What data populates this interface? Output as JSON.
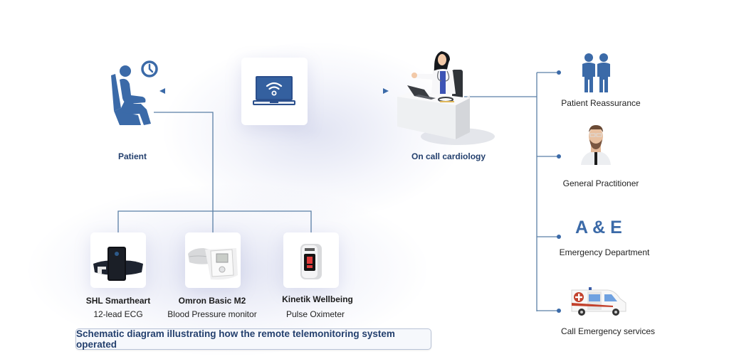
{
  "patient": {
    "label": "Patient"
  },
  "transmitter": {
    "icon": "laptop-wifi-icon"
  },
  "cardiology": {
    "label": "On call cardiology"
  },
  "devices": [
    {
      "name": "SHL Smartheart",
      "description": "12-lead ECG",
      "icon": "ecg-device-icon"
    },
    {
      "name": "Omron Basic M2",
      "description": "Blood Pressure monitor",
      "icon": "blood-pressure-monitor-icon"
    },
    {
      "name": "Kinetik Wellbeing",
      "description": "Pulse Oximeter",
      "icon": "pulse-oximeter-icon"
    }
  ],
  "outcomes": [
    {
      "label": "Patient Reassurance",
      "icon": "two-people-icon"
    },
    {
      "label": "General Practitioner",
      "icon": "doctor-icon"
    },
    {
      "label": "Emergency Department",
      "icon_text": "A & E"
    },
    {
      "label": "Call Emergency services",
      "icon": "ambulance-icon"
    }
  ],
  "caption": "Schematic diagram illustrating how the remote telemonitoring system operated",
  "colors": {
    "primary": "#3b6aa8",
    "line": "#5a7fa6",
    "text_heading": "#24406e"
  }
}
